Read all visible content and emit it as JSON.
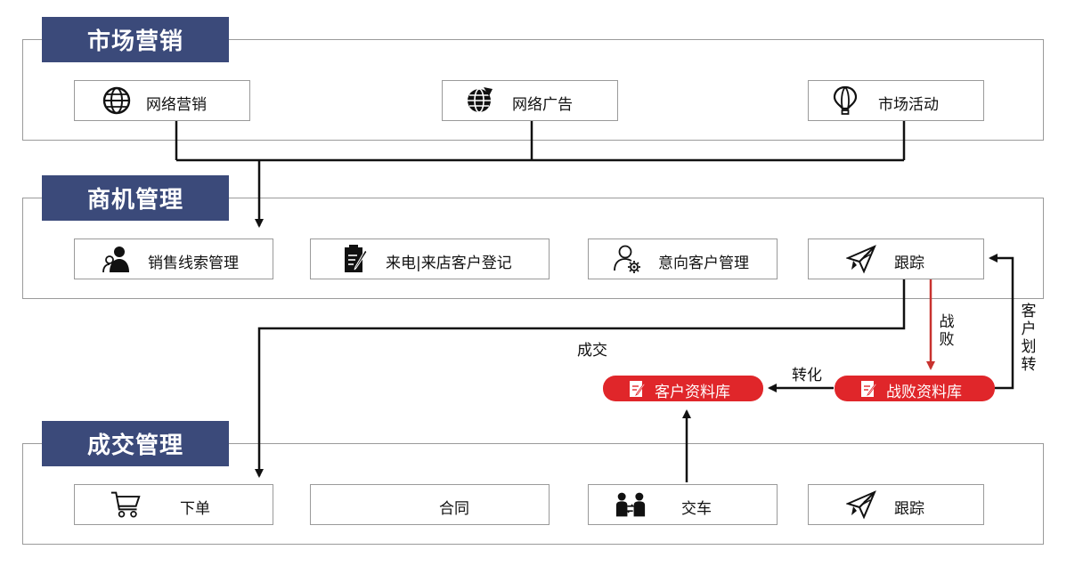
{
  "sections": {
    "marketing": {
      "title": "市场营销"
    },
    "opportunity": {
      "title": "商机管理"
    },
    "deal": {
      "title": "成交管理"
    }
  },
  "nodes": {
    "online_marketing": {
      "label": "网络营销",
      "icon": "globe-icon"
    },
    "online_ads": {
      "label": "网络广告",
      "icon": "globe-arrow-icon"
    },
    "market_events": {
      "label": "市场活动",
      "icon": "hot-air-balloon-icon"
    },
    "sales_leads": {
      "label": "销售线索管理",
      "icon": "users-icon"
    },
    "visit_register": {
      "label": "来电|来店客户登记",
      "icon": "clipboard-icon"
    },
    "intent_customers": {
      "label": "意向客户管理",
      "icon": "user-gear-icon"
    },
    "follow_up_1": {
      "label": "跟踪",
      "icon": "paper-plane-icon"
    },
    "place_order": {
      "label": "下单",
      "icon": "shopping-cart-icon"
    },
    "contract": {
      "label": "合同"
    },
    "delivery": {
      "label": "交车",
      "icon": "handover-icon"
    },
    "follow_up_2": {
      "label": "跟踪",
      "icon": "paper-plane-icon"
    },
    "customer_db": {
      "label": "客户资料库",
      "icon": "document-icon"
    },
    "lost_db": {
      "label": "战败资料库",
      "icon": "document-icon"
    }
  },
  "edge_labels": {
    "closed": "成交",
    "lost": "战败",
    "convert": "转化",
    "transfer": "客户划转"
  },
  "colors": {
    "section_title_bg": "#3b4a7a",
    "accent_red": "#e0262a",
    "line": "#111111"
  }
}
